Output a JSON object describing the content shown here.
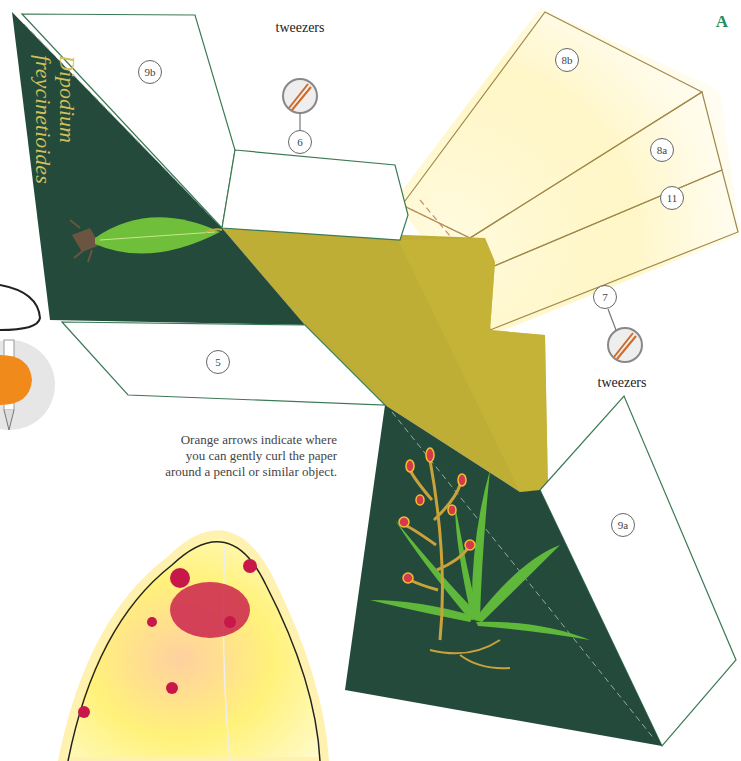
{
  "diagram": {
    "labels": [
      "A",
      "tweezers",
      "6",
      "tweezers",
      "7",
      "9b",
      "Dipodium freycinetioides",
      "5",
      "8b",
      "8a",
      "11",
      "9a",
      "Orange arrows indicate where you can gently curl the paper around a pencil or similar object."
    ]
  }
}
